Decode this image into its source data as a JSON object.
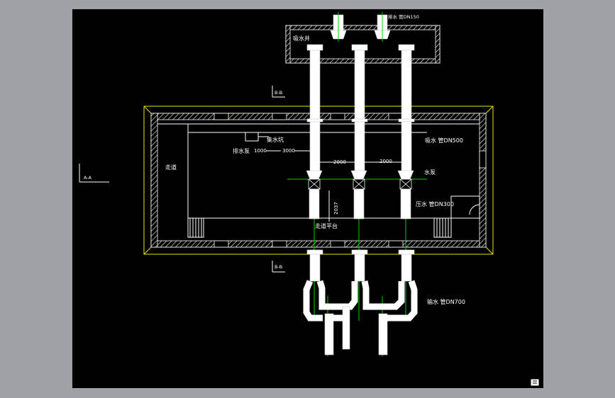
{
  "drawing": {
    "labels": {
      "suction_well": "吸水井",
      "suction_pipe_dn150": "排水 管DN150",
      "section_bb_top": "B-B",
      "section_bb_bottom": "B-B",
      "section_aa": "A-A",
      "corridor": "走道",
      "sump_pit": "集水坑",
      "drain_pump": "排水泵",
      "dim_1000": "1000",
      "dim_3000": "3000",
      "dim_2000_a": "2000",
      "dim_2000_b": "2000",
      "dim_2037": "2037",
      "suction_pipe_dn500": "吸水 管DN500",
      "water_pump": "水泵",
      "pressure_pipe_dn300": "压水 管DN300",
      "corridor_platform": "走道平台",
      "outlet_pipe_dn700": "输水 管DN700"
    },
    "colors": {
      "background": "#000000",
      "frame": "#9fa1a6",
      "wall_outline": "#e8e800",
      "centerline": "#00d000",
      "linework": "#ffffff"
    }
  }
}
